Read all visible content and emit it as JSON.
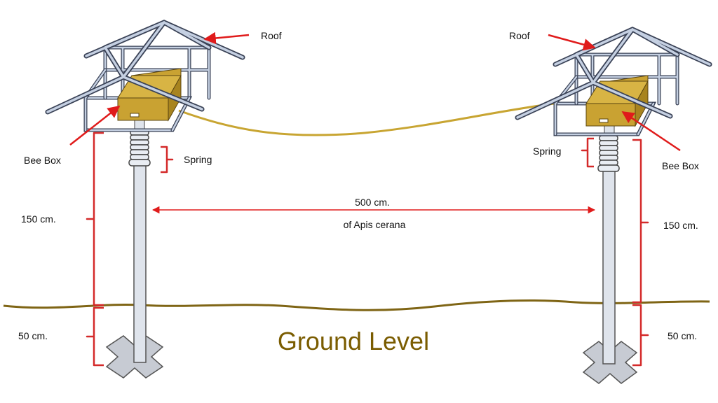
{
  "labels": {
    "left_roof": "Roof",
    "right_roof": "Roof",
    "left_bee_box": "Bee Box",
    "right_bee_box": "Bee Box",
    "left_spring": "Spring",
    "right_spring": "Spring",
    "left_height": "150 cm.",
    "right_height": "150 cm.",
    "left_depth": "50 cm.",
    "right_depth": "50 cm.",
    "distance": "500 cm.",
    "distance_sub": "of Apis cerana",
    "ground": "Ground Level"
  },
  "colors": {
    "arrow": "#e01b1b",
    "bracket": "#d42a2a",
    "box": "#c9a232",
    "box_dark": "#a8841f",
    "cable": "#c8a532",
    "ground_line": "#7f6515",
    "ground_text": "#7a5c00",
    "frame": "#b8c4d8",
    "frame_stroke": "#3a4256",
    "pole": "#dfe4ec"
  }
}
